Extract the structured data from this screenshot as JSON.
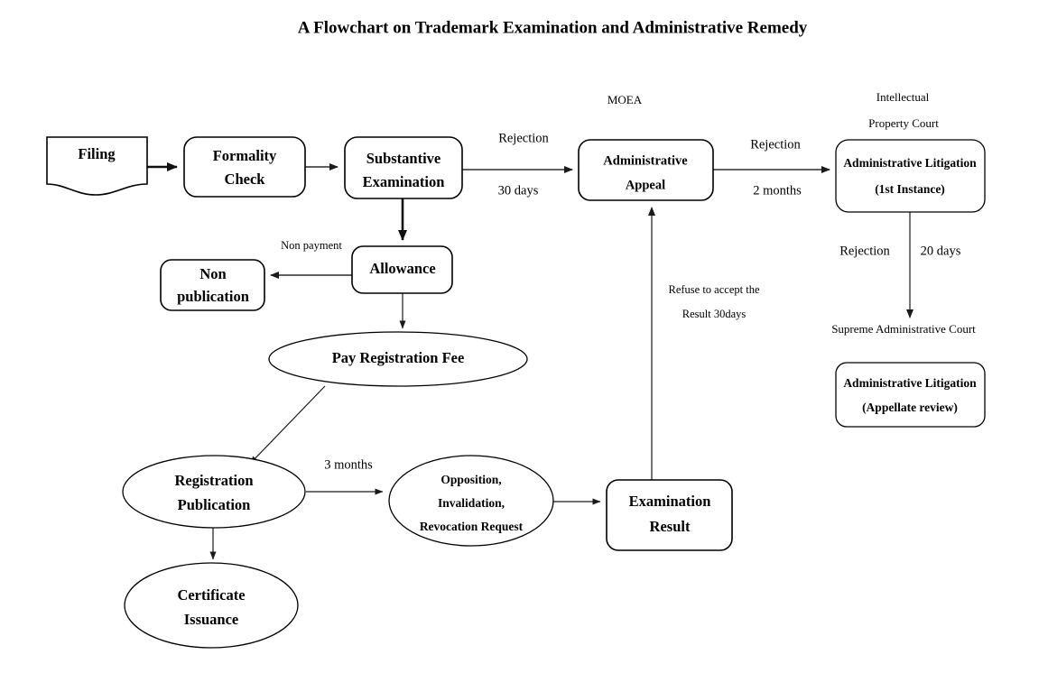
{
  "title": "A Flowchart on Trademark Examination and Administrative Remedy",
  "chart_data": {
    "type": "diagram",
    "title": "A Flowchart on Trademark Examination and Administrative Remedy",
    "nodes": [
      {
        "id": "filing",
        "label": "Filing",
        "shape": "document"
      },
      {
        "id": "formality_check",
        "label_line1": "Formality",
        "label_line2": "Check",
        "shape": "rounded-rect"
      },
      {
        "id": "substantive_examination",
        "label_line1": "Substantive",
        "label_line2": "Examination",
        "shape": "rounded-rect"
      },
      {
        "id": "administrative_appeal",
        "label_line1": "Administrative",
        "label_line2": "Appeal",
        "shape": "rounded-rect"
      },
      {
        "id": "administrative_litigation_first",
        "label_line1": "Administrative Litigation",
        "label_line2": "(1st Instance)",
        "shape": "rounded-rect"
      },
      {
        "id": "administrative_litigation_appellate",
        "label_line1": "Administrative Litigation",
        "label_line2": "(Appellate review)",
        "shape": "rounded-rect"
      },
      {
        "id": "allowance",
        "label": "Allowance",
        "shape": "rounded-rect"
      },
      {
        "id": "non_publication",
        "label_line1": "Non",
        "label_line2": "publication",
        "shape": "rounded-rect"
      },
      {
        "id": "pay_registration_fee",
        "label": "Pay Registration Fee",
        "shape": "ellipse"
      },
      {
        "id": "registration_publication",
        "label_line1": "Registration",
        "label_line2": "Publication",
        "shape": "ellipse"
      },
      {
        "id": "certificate_issuance",
        "label_line1": "Certificate",
        "label_line2": "Issuance",
        "shape": "ellipse"
      },
      {
        "id": "opposition_request",
        "label_line1": "Opposition,",
        "label_line2": "Invalidation,",
        "label_line3": "Revocation Request",
        "shape": "ellipse"
      },
      {
        "id": "examination_result",
        "label_line1": "Examination",
        "label_line2": "Result",
        "shape": "rounded-rect"
      }
    ],
    "group_labels": [
      {
        "id": "moea",
        "label": "MOEA"
      },
      {
        "id": "ip_court_line1",
        "label": "Intellectual"
      },
      {
        "id": "ip_court_line2",
        "label": "Property Court"
      },
      {
        "id": "supreme_court",
        "label": "Supreme Administrative Court"
      }
    ],
    "edges": [
      {
        "from": "filing",
        "to": "formality_check",
        "label": ""
      },
      {
        "from": "formality_check",
        "to": "substantive_examination",
        "label": ""
      },
      {
        "from": "substantive_examination",
        "to": "administrative_appeal",
        "label_line1": "Rejection",
        "label_line2": "30 days"
      },
      {
        "from": "administrative_appeal",
        "to": "administrative_litigation_first",
        "label_line1": "Rejection",
        "label_line2": "2 months"
      },
      {
        "from": "administrative_litigation_first",
        "to": "administrative_litigation_appellate",
        "label_line1": "Rejection",
        "label_line2": "20 days"
      },
      {
        "from": "substantive_examination",
        "to": "allowance",
        "label": ""
      },
      {
        "from": "allowance",
        "to": "non_publication",
        "label": "Non payment"
      },
      {
        "from": "allowance",
        "to": "pay_registration_fee",
        "label": ""
      },
      {
        "from": "pay_registration_fee",
        "to": "registration_publication",
        "label": ""
      },
      {
        "from": "registration_publication",
        "to": "opposition_request",
        "label": "3 months"
      },
      {
        "from": "registration_publication",
        "to": "certificate_issuance",
        "label": ""
      },
      {
        "from": "opposition_request",
        "to": "examination_result",
        "label": ""
      },
      {
        "from": "examination_result",
        "to": "administrative_appeal",
        "label_line1": "Refuse to accept the",
        "label_line2": "Result 30days"
      }
    ]
  },
  "nodes": {
    "filing": {
      "label": "Filing"
    },
    "formality_check": {
      "line1": "Formality",
      "line2": "Check"
    },
    "substantive_examination": {
      "line1": "Substantive",
      "line2": "Examination"
    },
    "administrative_appeal": {
      "line1": "Administrative",
      "line2": "Appeal"
    },
    "administrative_litigation_first": {
      "line1": "Administrative Litigation",
      "line2": "(1st Instance)"
    },
    "administrative_litigation_appellate": {
      "line1": "Administrative Litigation",
      "line2": "(Appellate review)"
    },
    "allowance": {
      "label": "Allowance"
    },
    "non_publication": {
      "line1": "Non",
      "line2": "publication"
    },
    "pay_registration_fee": {
      "label": "Pay Registration Fee"
    },
    "registration_publication": {
      "line1": "Registration",
      "line2": "Publication"
    },
    "certificate_issuance": {
      "line1": "Certificate",
      "line2": "Issuance"
    },
    "opposition_request": {
      "line1": "Opposition,",
      "line2": "Invalidation,",
      "line3": "Revocation Request"
    },
    "examination_result": {
      "line1": "Examination",
      "line2": "Result"
    }
  },
  "group_labels": {
    "moea": "MOEA",
    "ip_court_line1": "Intellectual",
    "ip_court_line2": "Property Court",
    "supreme_court": "Supreme Administrative Court"
  },
  "edge_labels": {
    "rejection_appeal": "Rejection",
    "thirty_days": "30 days",
    "rejection_litigation": "Rejection",
    "two_months": "2 months",
    "rejection_supreme": "Rejection",
    "twenty_days": "20 days",
    "non_payment": "Non payment",
    "three_months": "3 months",
    "refuse_line1": "Refuse to accept the",
    "refuse_line2": "Result 30days"
  },
  "colors": {
    "background": "#ffffff",
    "stroke": "#000000",
    "edge": "#2b2b2b",
    "text": "#000000"
  }
}
